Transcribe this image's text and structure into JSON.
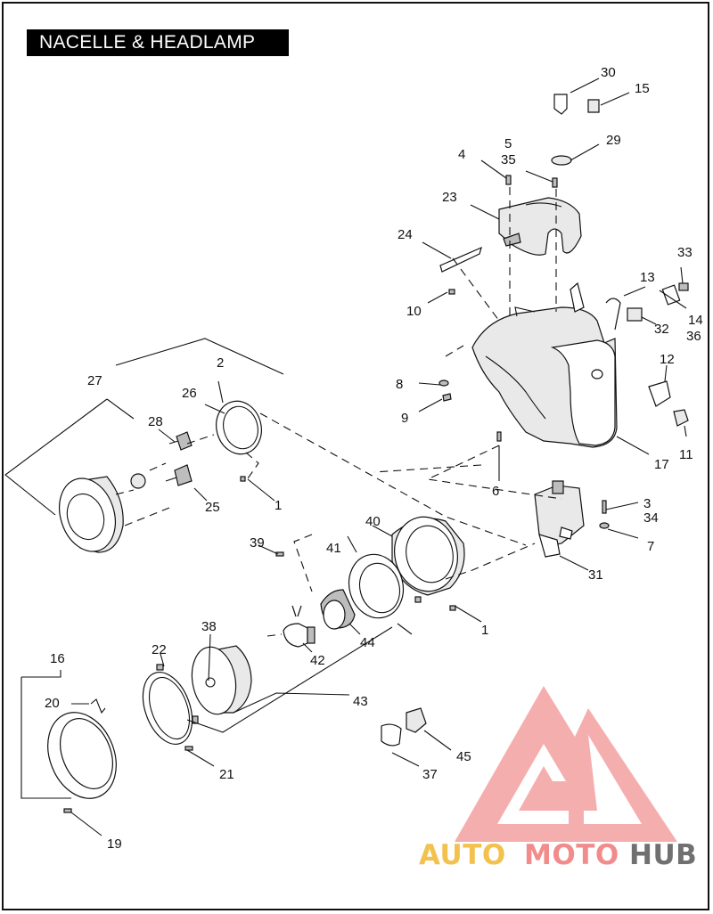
{
  "title": "NACELLE & HEADLAMP",
  "callouts": [
    "1",
    "1",
    "2",
    "3",
    "34",
    "4",
    "5",
    "35",
    "6",
    "7",
    "8",
    "9",
    "10",
    "11",
    "12",
    "13",
    "14",
    "36",
    "15",
    "16",
    "17",
    "19",
    "20",
    "21",
    "22",
    "23",
    "24",
    "25",
    "26",
    "27",
    "28",
    "29",
    "30",
    "31",
    "32",
    "33",
    "37",
    "38",
    "39",
    "40",
    "41",
    "42",
    "43",
    "44",
    "45"
  ],
  "watermark": {
    "brand_parts": [
      "AUTO",
      "MOTO",
      "HUB"
    ],
    "colors": {
      "auto": "#f2c14e",
      "moto": "#f28b8b",
      "hub": "#707070",
      "logo": "#f4a0a0"
    }
  }
}
